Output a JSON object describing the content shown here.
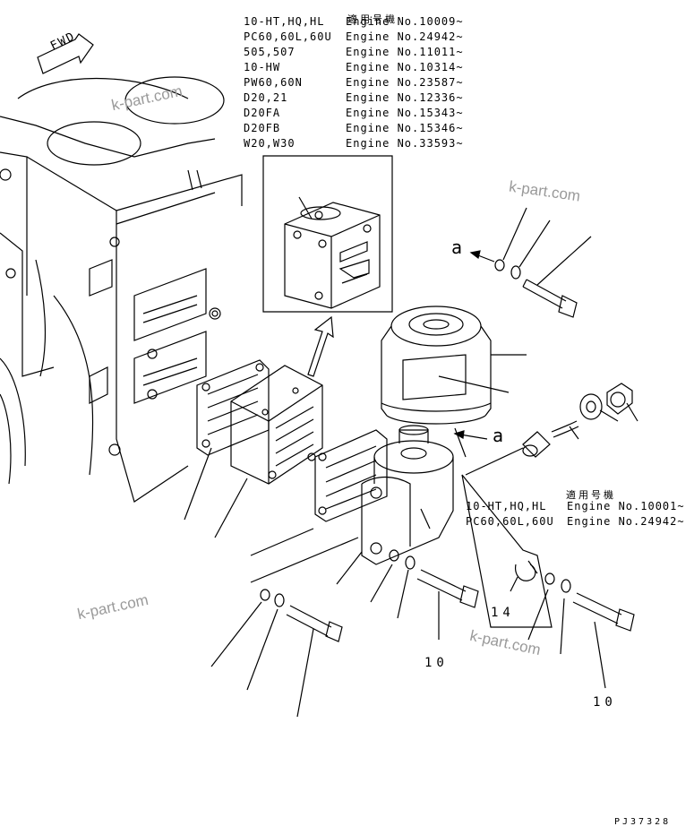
{
  "applicability_top": {
    "header": "適用号機",
    "rows": [
      {
        "model": "10-HT,HQ,HL",
        "engine": "Engine No.10009~"
      },
      {
        "model": "PC60,60L,60U",
        "engine": "Engine No.24942~"
      },
      {
        "model": "505,507",
        "engine": "Engine No.11011~"
      },
      {
        "model": "10-HW",
        "engine": "Engine No.10314~"
      },
      {
        "model": "PW60,60N",
        "engine": "Engine No.23587~"
      },
      {
        "model": "D20,21",
        "engine": "Engine No.12336~"
      },
      {
        "model": "D20FA",
        "engine": "Engine No.15343~"
      },
      {
        "model": "D20FB",
        "engine": "Engine No.15346~"
      },
      {
        "model": "W20,W30",
        "engine": "Engine No.33593~"
      }
    ]
  },
  "applicability_bottom": {
    "header": "適用号機",
    "rows": [
      {
        "model": "10-HT,HQ,HL",
        "engine": "Engine No.10001~"
      },
      {
        "model": "PC60,60L,60U",
        "engine": "Engine No.24942~"
      }
    ]
  },
  "fwd_label": "FWD",
  "callouts": {
    "arrow_a_top": "a",
    "arrow_a_mid": "a",
    "part_14": "14",
    "part_10_left": "10",
    "part_10_right": "10"
  },
  "watermarks": [
    "k-part.com",
    "k-part.com",
    "k-part.com",
    "k-part.com"
  ],
  "drawing_code": "PJ37328"
}
